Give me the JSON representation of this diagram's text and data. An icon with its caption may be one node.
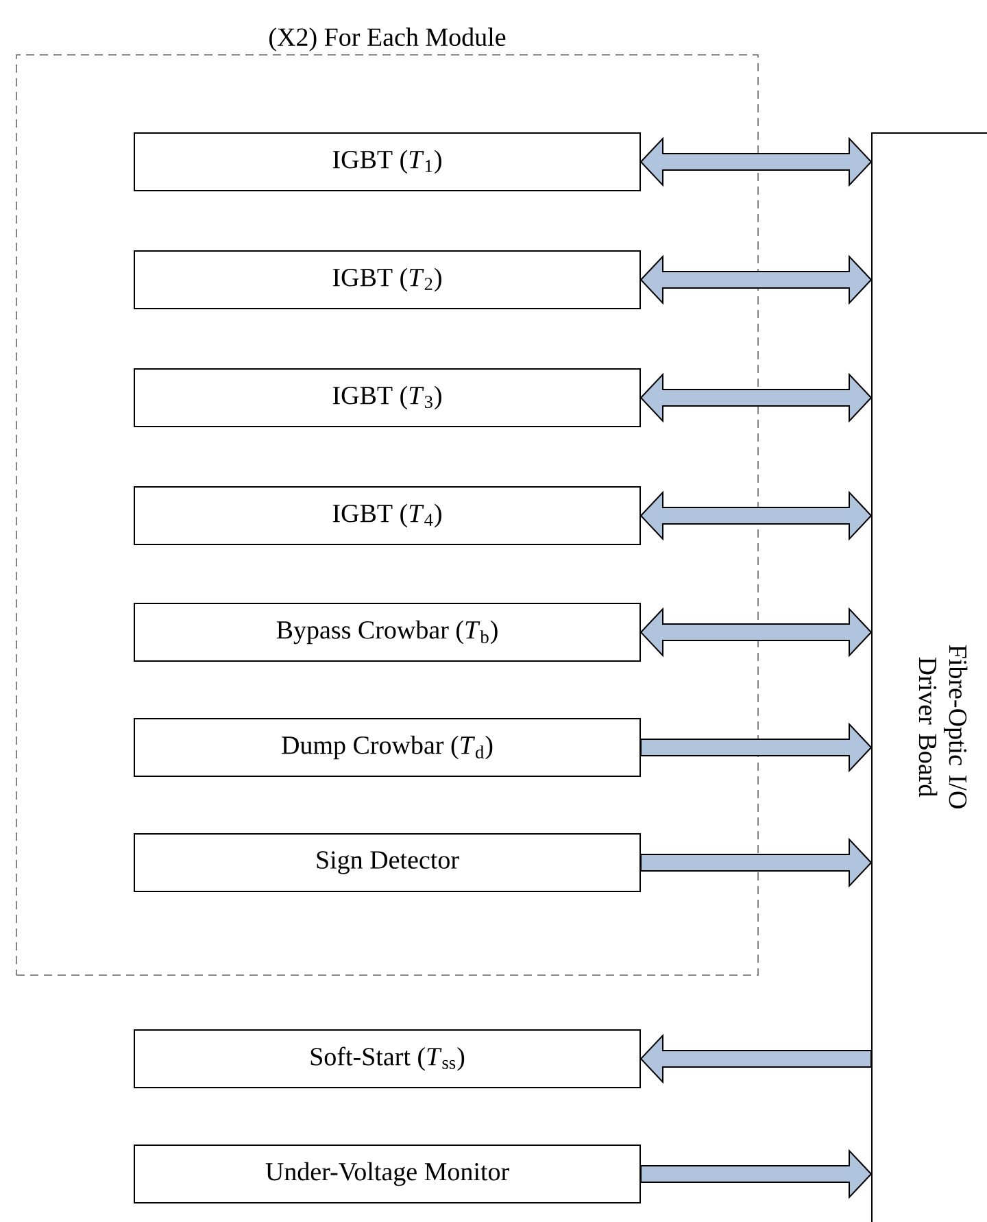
{
  "diagram": {
    "nodes": [
      {
        "text": [
          "(X2) For Each Module"
        ]
      },
      {
        "text": [
          "IGBT (*T*$_{1}$)"
        ],
        "in": 0
      },
      {
        "text": [
          "IGBT (*T*$_{2}$)"
        ],
        "in": 0
      },
      {
        "text": [
          "IGBT (*T*$_{3}$)"
        ],
        "in": 0
      },
      {
        "text": [
          "IGBT (*T*$_{4}$)"
        ],
        "in": 0
      },
      {
        "text": [
          "Bypass Crowbar (*T*$_{b}$)"
        ],
        "in": 0
      },
      {
        "text": [
          "Dump Crowbar (*T*$_{d}$)"
        ],
        "in": 0
      },
      {
        "text": [
          "Sign Detector"
        ],
        "in": 0
      },
      {
        "text": [
          "Soft-Start (*T*$_{ss}$)"
        ]
      },
      {
        "text": [
          "Under-Voltage Monitor"
        ]
      },
      {
        "text": [
          "Fibre-Optic I/O Driver Board"
        ]
      }
    ],
    "edges": [
      {
        "from": 1,
        "to": 10,
        "arrow": "both"
      },
      {
        "from": 2,
        "to": 10,
        "arrow": "both"
      },
      {
        "from": 3,
        "to": 10,
        "arrow": "both"
      },
      {
        "from": 4,
        "to": 10,
        "arrow": "both"
      },
      {
        "from": 5,
        "to": 10,
        "arrow": "both"
      },
      {
        "from": 6,
        "to": 10,
        "arrow": "to"
      },
      {
        "from": 7,
        "to": 10,
        "arrow": "to"
      },
      {
        "from": 10,
        "to": 8,
        "arrow": "to"
      },
      {
        "from": 9,
        "to": 10,
        "arrow": "to"
      }
    ]
  }
}
